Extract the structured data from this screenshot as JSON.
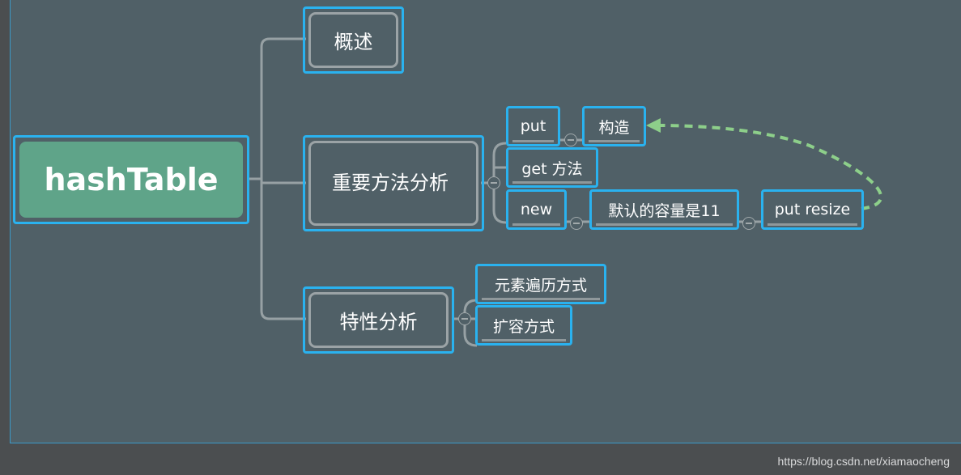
{
  "root": "hashTable",
  "branches": {
    "overview": "概述",
    "methods": "重要方法分析",
    "features": "特性分析"
  },
  "methods": {
    "put": "put",
    "construct": "构造",
    "get": "get 方法",
    "new": "new",
    "default_capacity": "默认的容量是11",
    "put_resize": "put resize"
  },
  "features": {
    "traverse": "元素遍历方式",
    "expand": "扩容方式"
  },
  "watermark": "https://blog.csdn.net/xiamaocheng",
  "colors": {
    "selection": "#2ab2ef",
    "root_fill": "#5fa489",
    "canvas": "#506067",
    "relation_arrow": "#8dcf8a"
  }
}
